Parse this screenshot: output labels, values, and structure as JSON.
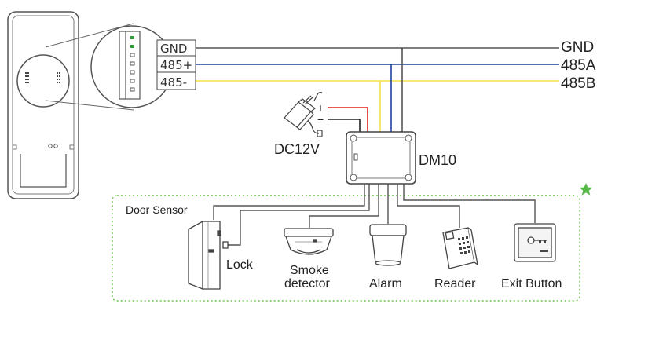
{
  "terminals": {
    "gnd": "GND",
    "p485_plus": "485+",
    "p485_minus": "485-"
  },
  "bus": {
    "gnd": "GND",
    "a": "485A",
    "b": "485B"
  },
  "power": {
    "label": "DC12V",
    "plus": "+",
    "minus": "−"
  },
  "module": {
    "label": "DM10"
  },
  "devices": {
    "door_sensor": "Door Sensor",
    "lock": "Lock",
    "smoke_line1": "Smoke",
    "smoke_line2": "detector",
    "alarm": "Alarm",
    "reader": "Reader",
    "exit_button": "Exit Button"
  },
  "colors": {
    "gnd_wire": "#555555",
    "a_wire": "#1f3f9e",
    "b_wire": "#f2e04a",
    "power_plus": "#e02020",
    "power_minus": "#222222",
    "dotted_border": "#6fc24f",
    "star": "#56b947"
  },
  "icons": [
    "terminal-device-icon",
    "power-adapter-icon",
    "dm10-box-icon",
    "door-icon",
    "smoke-detector-icon",
    "alarm-siren-icon",
    "card-reader-icon",
    "exit-button-icon",
    "star-icon"
  ]
}
